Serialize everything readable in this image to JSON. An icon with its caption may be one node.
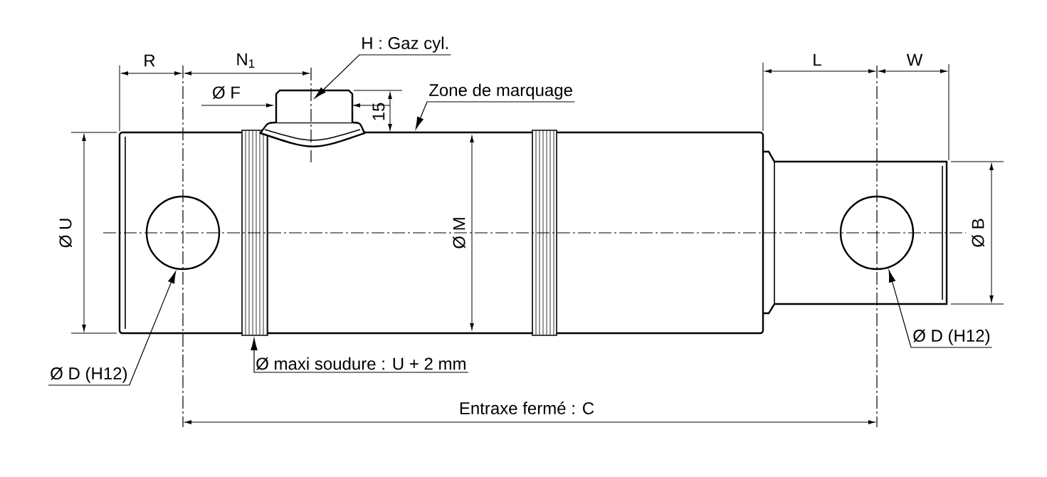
{
  "diagram": {
    "nodes": [
      {
        "text": [
          "H : Gaz cyl."
        ]
      },
      {
        "text": [
          "Zone de marquage"
        ]
      },
      {
        "text": [
          "Ø D (H12)"
        ]
      },
      {
        "text": [],
        "shape": "circle"
      },
      {
        "text": [
          "Ø maxi soudure : U + 2 mm"
        ]
      },
      {
        "text": [],
        "shape": "circle"
      },
      {
        "text": [
          "Ø D (H12)"
        ]
      }
    ],
    "edges": [
      {
        "from": 0,
        "to": null,
        "arrow": "to"
      },
      {
        "from": 1,
        "to": null,
        "arrow": "to"
      },
      {
        "from": 2,
        "to": 3,
        "arrow": "to"
      },
      {
        "from": 4,
        "to": null,
        "arrow": "to"
      },
      {
        "from": 6,
        "to": 5,
        "arrow": "to"
      }
    ],
    "labels": [
      "R",
      "N$_{1}$",
      "Ø F",
      "15",
      "Ø U",
      "Ø M",
      "L",
      "W",
      "Ø B",
      "Entraxe fermé : C"
    ]
  }
}
